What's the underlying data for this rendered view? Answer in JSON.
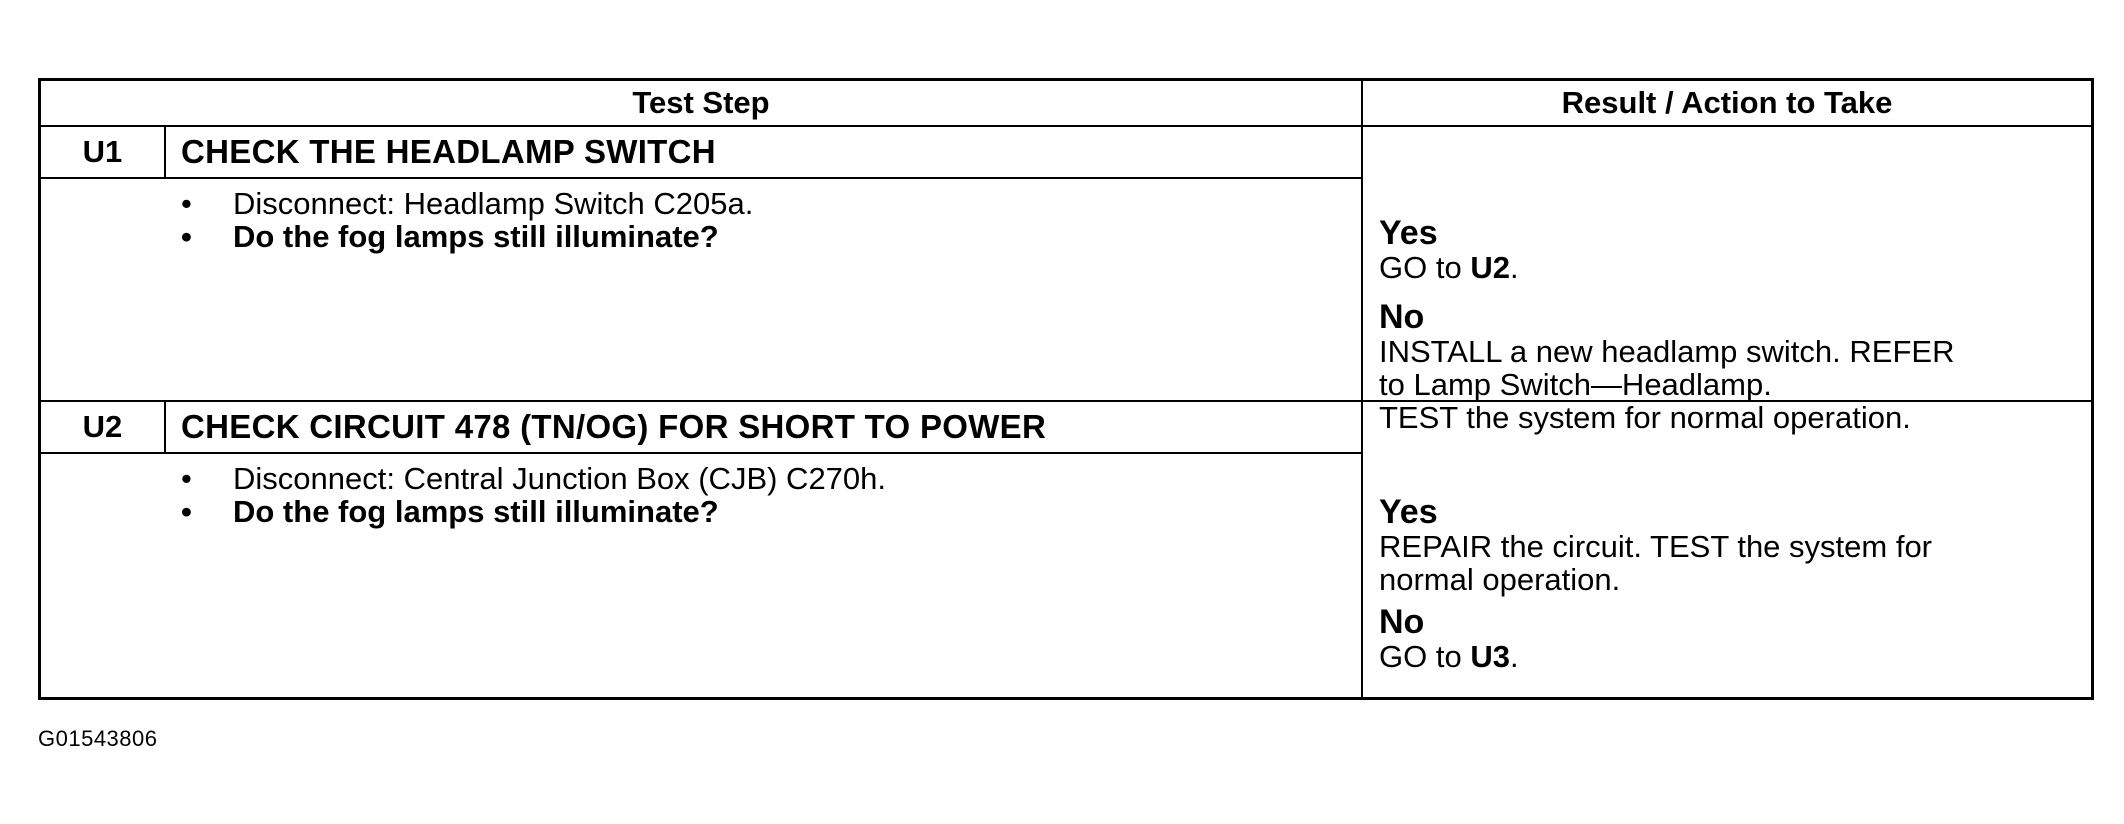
{
  "header": {
    "test_step": "Test Step",
    "result_action": "Result / Action to Take"
  },
  "steps": [
    {
      "id": "U1",
      "title": "CHECK THE HEADLAMP SWITCH",
      "bullet_1": "Disconnect: Headlamp Switch C205a.",
      "bullet_2": "Do the fog lamps still illuminate?",
      "yes_label": "Yes",
      "yes_text": "GO to ",
      "yes_ref": "U2",
      "yes_suffix": ".",
      "no_label": "No",
      "no_line_1": "INSTALL a new headlamp switch. REFER",
      "no_line_2": "to Lamp Switch—Headlamp.",
      "no_line_3": "TEST the system for normal operation."
    },
    {
      "id": "U2",
      "title": "CHECK CIRCUIT 478 (TN/OG) FOR SHORT TO POWER",
      "bullet_1": "Disconnect: Central Junction Box (CJB) C270h.",
      "bullet_2": "Do the fog lamps still illuminate?",
      "yes_label": "Yes",
      "yes_line_1": "REPAIR the circuit. TEST the system for",
      "yes_line_2": "normal operation.",
      "no_label": "No",
      "no_text": "GO to ",
      "no_ref": "U3",
      "no_suffix": "."
    }
  ],
  "bullet_glyph": "•",
  "figure_id": "G01543806"
}
